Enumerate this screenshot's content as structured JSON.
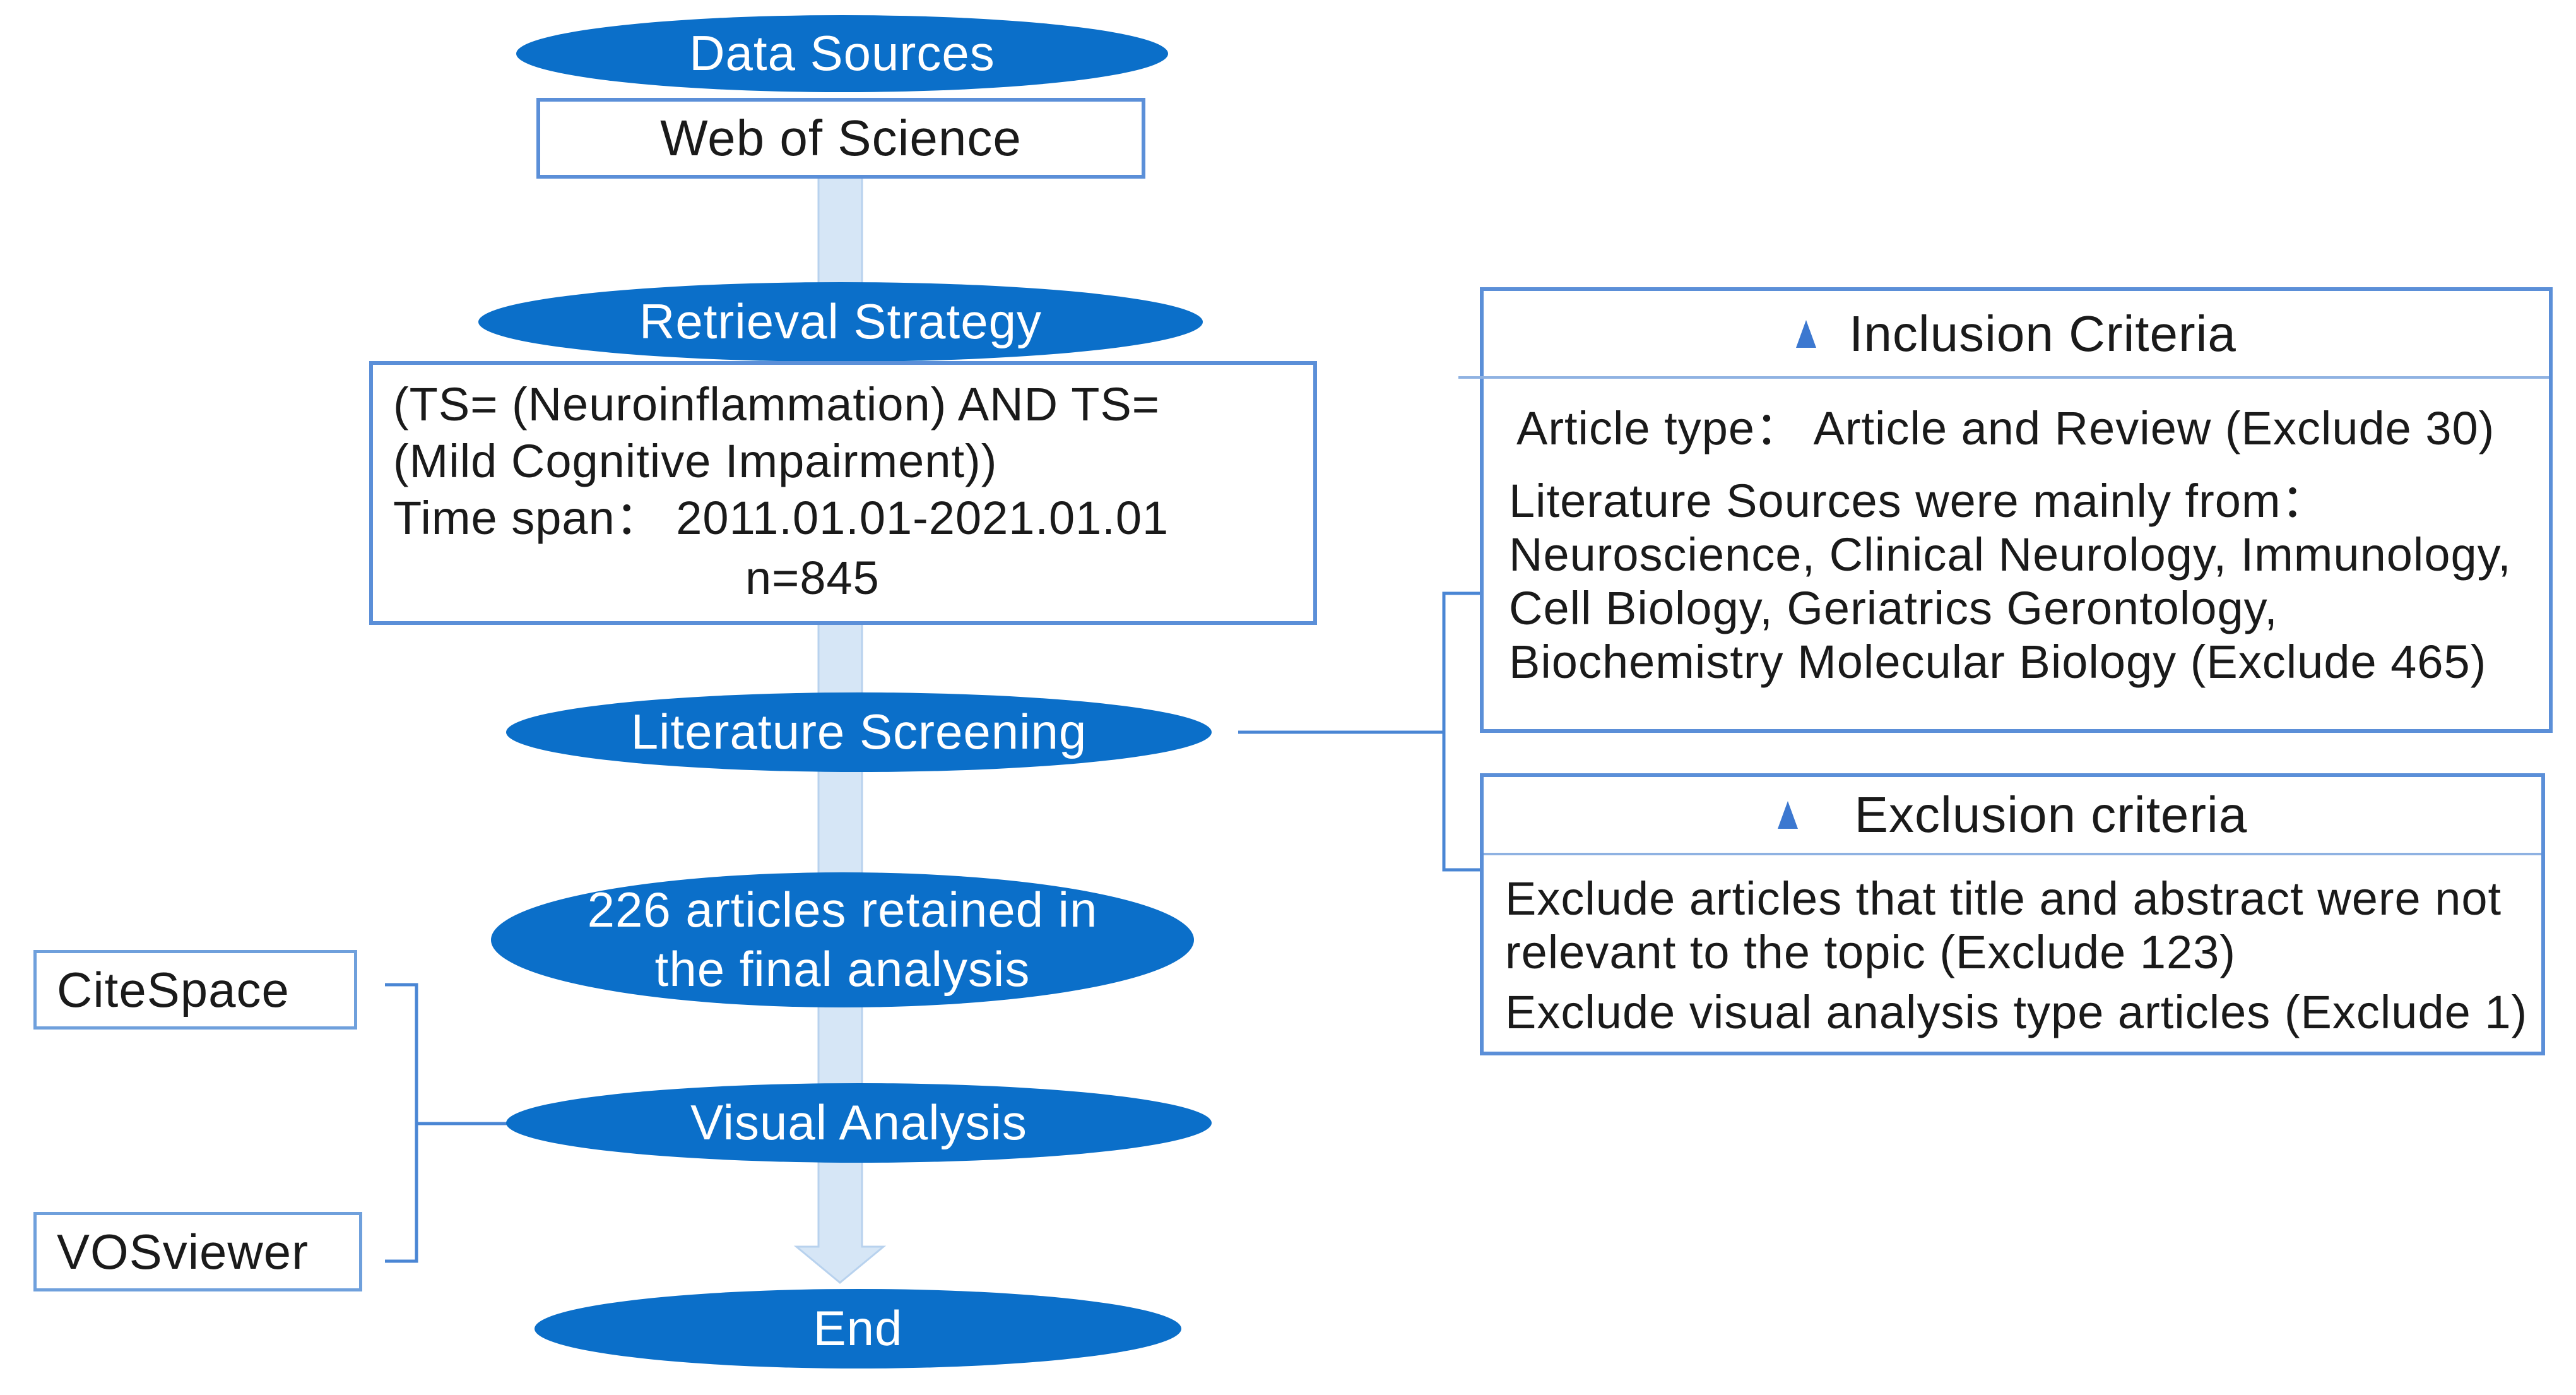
{
  "flow": {
    "data_sources": "Data Sources",
    "web_of_science": "Web of Science",
    "retrieval_strategy": "Retrieval Strategy",
    "query_line1": "(TS= (Neuroinflammation) AND TS=",
    "query_line2": "(Mild Cognitive Impairment))",
    "time_span": "Time span： 2011.01.01-2021.01.01",
    "n_count": "n=845",
    "literature_screening": "Literature Screening",
    "retained_line1": "226 articles retained in",
    "retained_line2": "the final analysis",
    "visual_analysis": "Visual Analysis",
    "end": "End"
  },
  "tools": {
    "citespace": "CiteSpace",
    "vosviewer": "VOSviewer"
  },
  "inclusion": {
    "title": "Inclusion Criteria",
    "article_type": "Article type： Article and Review (Exclude 30)",
    "sources_line1": "Literature Sources were mainly from：",
    "sources_line2": "Neuroscience, Clinical Neurology, Immunology,",
    "sources_line3": "Cell Biology, Geriatrics Gerontology,",
    "sources_line4": "Biochemistry Molecular Biology (Exclude 465)"
  },
  "exclusion": {
    "title": "Exclusion criteria",
    "item1_line1": "Exclude articles that title and abstract were not",
    "item1_line2": "relevant to the topic (Exclude 123)",
    "item2": "Exclude visual analysis type articles (Exclude 1)"
  },
  "colors": {
    "pill_fill": "#0b6fc9",
    "box_border": "#5b8fd8",
    "arrow_fill": "#d6e6f6",
    "connector": "#4a86d4"
  }
}
